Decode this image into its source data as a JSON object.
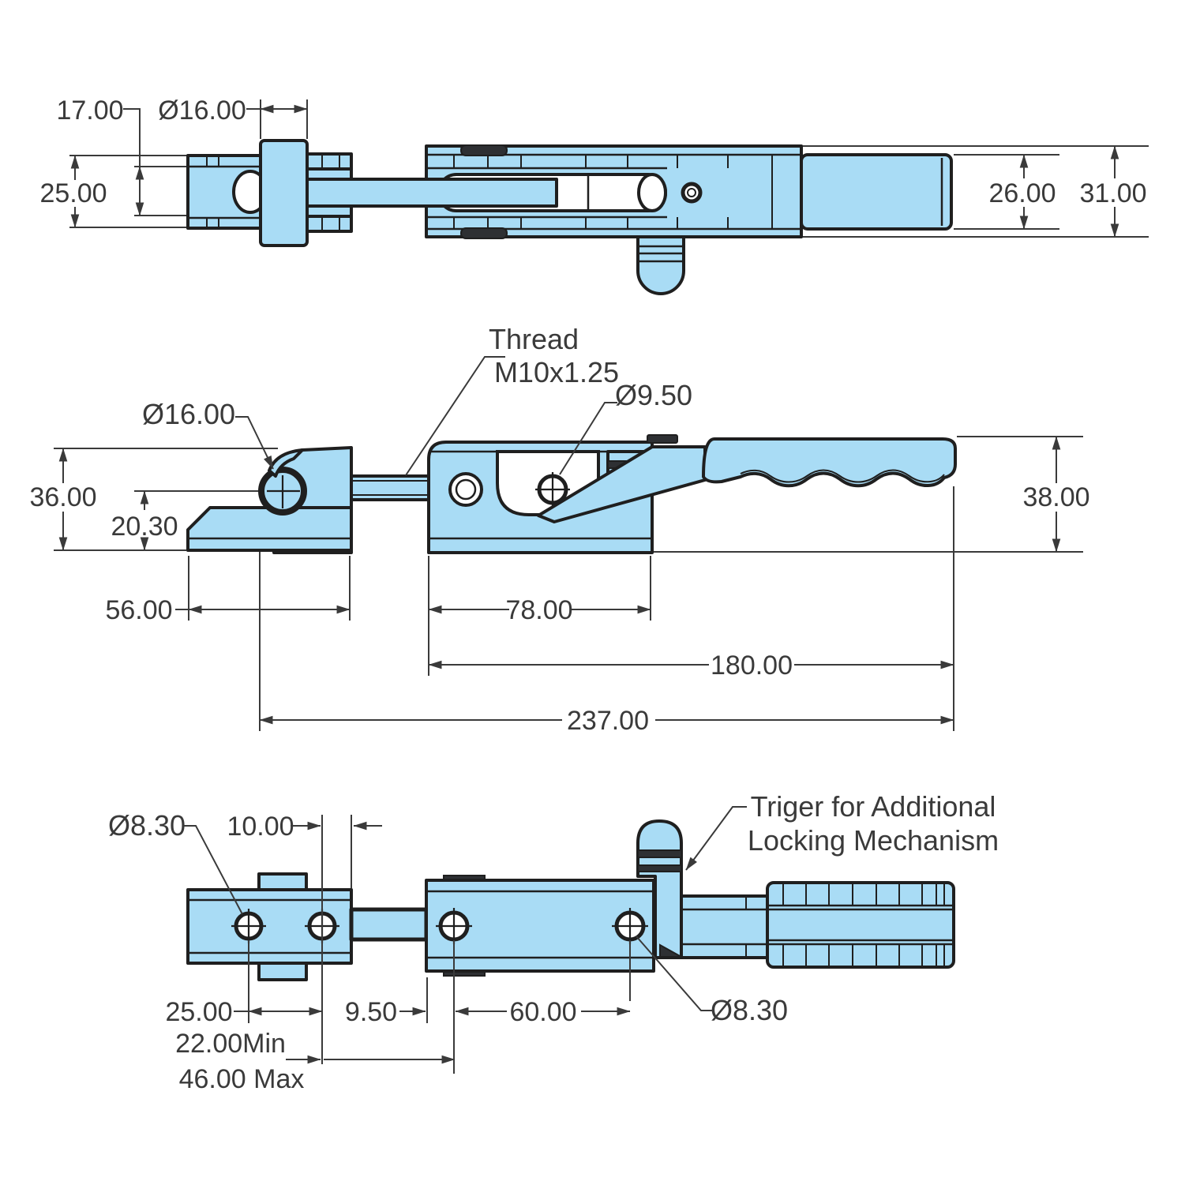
{
  "drawing": {
    "type": "engineering-dimension-drawing",
    "subject": "latch type toggle clamp, three orthographic views",
    "colors": {
      "part_fill": "#A9DCF5",
      "outline": "#1F1F1F",
      "dimension": "#3A3A3A",
      "background": "#FFFFFF"
    },
    "views": {
      "top_view": {
        "dimensions": {
          "flange_offset": "17.00",
          "boss_diameter": "Ø16.00",
          "catch_width": "25.00",
          "handle_width": "26.00",
          "overall_width": "31.00"
        }
      },
      "side_view": {
        "callouts": {
          "thread_line1": "Thread",
          "thread_line2": "M10x1.25",
          "pivot_hole_diameter": "Ø9.50",
          "hook_pin_diameter": "Ø16.00"
        },
        "dimensions": {
          "overall_height": "36.00",
          "pin_center_height": "20.30",
          "handle_height": "38.00",
          "catch_base_length": "56.00",
          "body_base_length": "78.00",
          "body_to_handle_length": "180.00",
          "overall_length": "237.00"
        }
      },
      "bottom_view": {
        "callouts": {
          "catch_hole_diameter": "Ø8.30",
          "body_hole_diameter": "Ø8.30",
          "trigger_note_line1": "Triger for Additional",
          "trigger_note_line2": "Locking Mechanism"
        },
        "dimensions": {
          "catch_hole_spacing": "25.00",
          "hole_to_edge": "10.00",
          "edge_to_first_hole": "9.50",
          "body_hole_spacing": "60.00",
          "travel_min": "22.00Min",
          "travel_max": "46.00 Max"
        }
      }
    }
  }
}
